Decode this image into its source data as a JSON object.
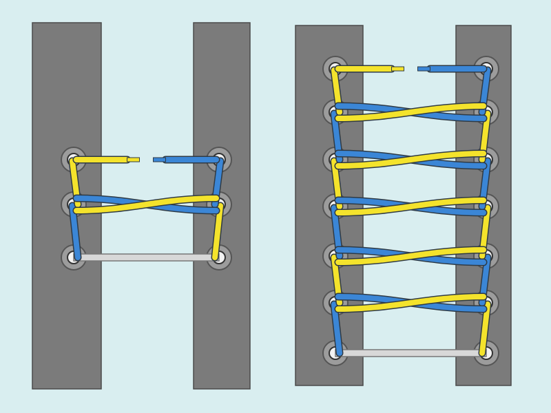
{
  "colors": {
    "background": "#d9eef0",
    "panel": "#7b7b7b",
    "panel_border": "#4a4a4a",
    "lace_yellow": "#f4e32c",
    "lace_blue": "#3b86d6",
    "lace_outline": "#2f3a44",
    "bottom_bar": "#d8d8d8",
    "eyelet_ring": "#9c9c9c",
    "eyelet_hole": "#f2f2f2"
  },
  "diagrams": [
    {
      "name": "short-lacing",
      "eyelet_rows": 3
    },
    {
      "name": "long-lacing",
      "eyelet_rows": 7
    }
  ]
}
